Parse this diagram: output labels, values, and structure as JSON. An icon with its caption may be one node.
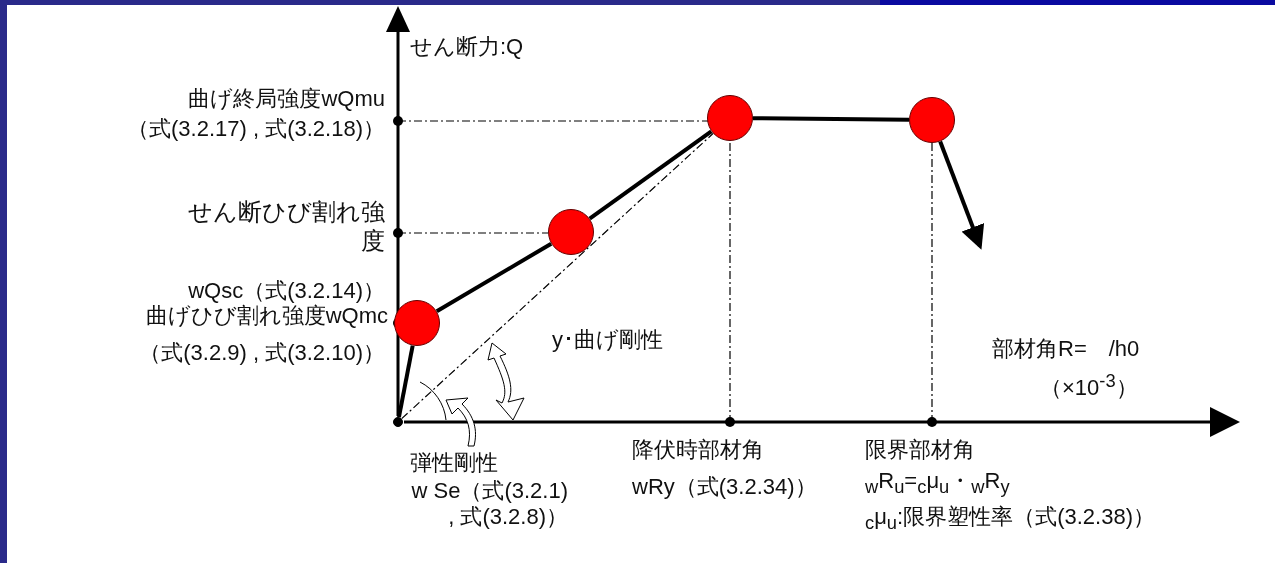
{
  "diagram": {
    "nodes": [
      {
        "text": [],
        "shape": "circle"
      },
      {
        "text": [],
        "shape": "circle"
      },
      {
        "text": [],
        "shape": "circle"
      },
      {
        "text": [],
        "shape": "circle"
      },
      {
        "text": [],
        "shape": "circle"
      }
    ],
    "edges": [
      {
        "from": 0,
        "to": 1,
        "arrow": "none"
      },
      {
        "from": 1,
        "to": 2,
        "arrow": "none"
      },
      {
        "from": 2,
        "to": 3,
        "arrow": "none"
      },
      {
        "from": 3,
        "to": 4,
        "arrow": "none"
      },
      {
        "from": 4,
        "to": null,
        "arrow": "to"
      },
      {
        "from": 0,
        "to": 3,
        "arrow": "none",
        "style": "dashed"
      }
    ],
    "labels": [
      "せん断力:Q",
      "曲げ終局強度wQmu",
      "（式(3.2.17) , 式(3.2.18)）",
      "せん断ひび割れ強度",
      "wQsc（式(3.2.14)）",
      "曲げひび割れ強度wQmc",
      "（式(3.2.9) , 式(3.2.10)）",
      "y･曲げ剛性",
      "部材角R=　/h0",
      "（×10$^{-3}$）",
      "弾性剛性",
      "w Se（式(3.2.1) , 式(3.2.8)）",
      "降伏時部材角",
      "wRy（式(3.2.34)）",
      "限界部材角",
      "$_{w}$R$_{u}$=$_{c}$μ$_{u}$・$_{w}$R$_{y}$",
      "$_{c}$μ$_{u}$:限界塑性率（式(3.2.38)）"
    ]
  }
}
